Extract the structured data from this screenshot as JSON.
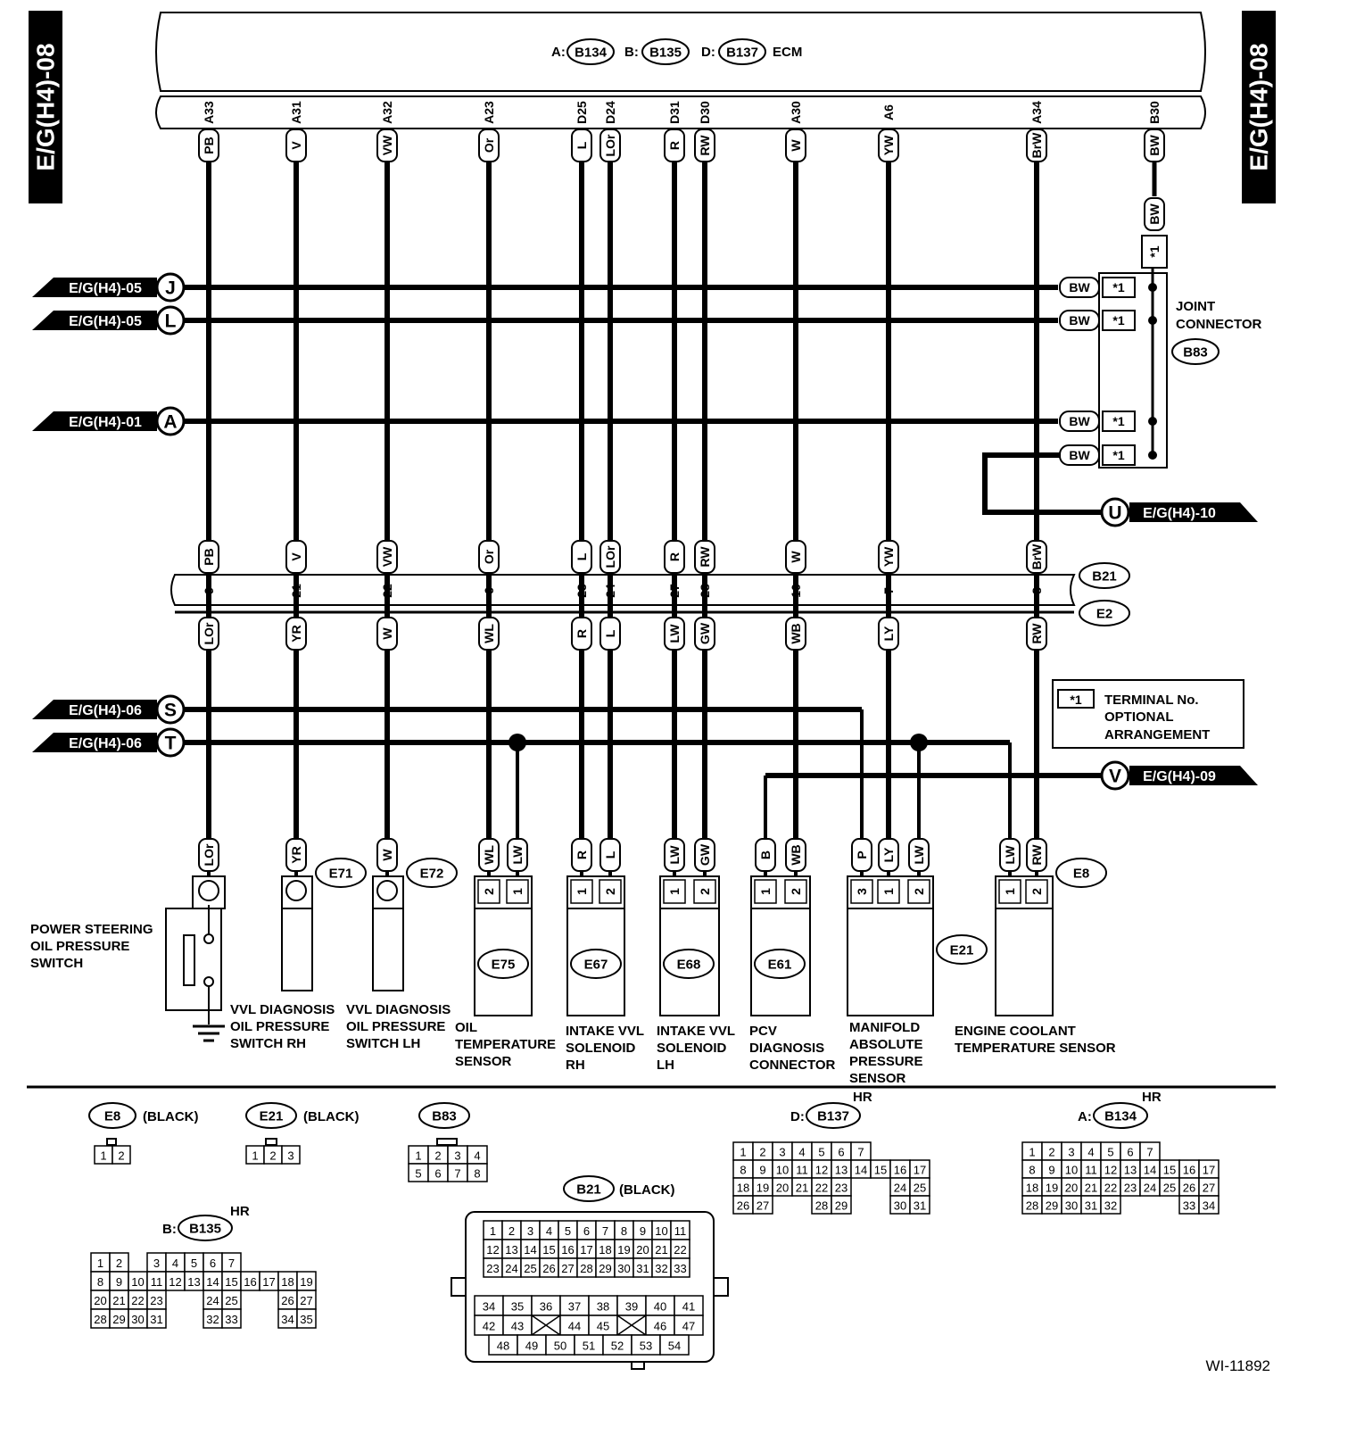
{
  "page_code": "E/G(H4)-08",
  "figure_id": "WI-11892",
  "ecm": {
    "label": "ECM",
    "parts": [
      {
        "letter": "A:",
        "connector": "B134"
      },
      {
        "letter": "B:",
        "connector": "B135"
      },
      {
        "letter": "D:",
        "connector": "B137"
      }
    ]
  },
  "wires": [
    {
      "ecm_pin": "A33",
      "color_top": "PB",
      "b21_pin": "9",
      "color_bottom": "LOr"
    },
    {
      "ecm_pin": "A31",
      "color_top": "V",
      "b21_pin": "21",
      "color_bottom": "YR"
    },
    {
      "ecm_pin": "A32",
      "color_top": "VW",
      "b21_pin": "22",
      "color_bottom": "W"
    },
    {
      "ecm_pin": "A23",
      "color_top": "Or",
      "b21_pin": "6",
      "color_bottom": "WL"
    },
    {
      "ecm_pin": "D25",
      "color_top": "L",
      "b21_pin": "23",
      "color_bottom": "R"
    },
    {
      "ecm_pin": "D24",
      "color_top": "LOr",
      "b21_pin": "24",
      "color_bottom": "L"
    },
    {
      "ecm_pin": "D31",
      "color_top": "R",
      "b21_pin": "27",
      "color_bottom": "LW"
    },
    {
      "ecm_pin": "D30",
      "color_top": "RW",
      "b21_pin": "28",
      "color_bottom": "GW"
    },
    {
      "ecm_pin": "A30",
      "color_top": "W",
      "b21_pin": "10",
      "color_bottom": "WB"
    },
    {
      "ecm_pin": "A6",
      "color_top": "YW",
      "b21_pin": "7",
      "color_bottom": "LY"
    },
    {
      "ecm_pin": "A34",
      "color_top": "BrW",
      "b21_pin": "8",
      "color_bottom": "RW"
    },
    {
      "ecm_pin": "B30",
      "color_top": "BW"
    }
  ],
  "b21_label": "B21",
  "e2_label": "E2",
  "joint": {
    "title_line1": "JOINT",
    "title_line2": "CONNECTOR",
    "connector": "B83",
    "wire_color": "BW",
    "terminal": "*1"
  },
  "refs_left": [
    {
      "page": "E/G(H4)-05",
      "letter": "J"
    },
    {
      "page": "E/G(H4)-05",
      "letter": "L"
    },
    {
      "page": "E/G(H4)-01",
      "letter": "A"
    },
    {
      "page": "E/G(H4)-06",
      "letter": "S"
    },
    {
      "page": "E/G(H4)-06",
      "letter": "T"
    }
  ],
  "refs_right": [
    {
      "page": "E/G(H4)-10",
      "letter": "U"
    },
    {
      "page": "E/G(H4)-09",
      "letter": "V"
    }
  ],
  "note": {
    "symbol": "*1",
    "line1": "TERMINAL No.",
    "line2": "OPTIONAL",
    "line3": "ARRANGEMENT"
  },
  "components": [
    {
      "connector": "",
      "wires": [
        "LOr"
      ],
      "pins": [],
      "name": [
        "POWER STEERING",
        "OIL PRESSURE",
        "SWITCH"
      ]
    },
    {
      "connector": "E71",
      "wires": [
        "YR"
      ],
      "pins": [],
      "name": [
        "VVL DIAGNOSIS",
        "OIL PRESSURE",
        "SWITCH RH"
      ]
    },
    {
      "connector": "E72",
      "wires": [
        "W"
      ],
      "pins": [],
      "name": [
        "VVL DIAGNOSIS",
        "OIL PRESSURE",
        "SWITCH LH"
      ]
    },
    {
      "connector": "E75",
      "wires": [
        "WL",
        "LW"
      ],
      "pins": [
        "2",
        "1"
      ],
      "name": [
        "OIL",
        "TEMPERATURE",
        "SENSOR"
      ]
    },
    {
      "connector": "E67",
      "wires": [
        "R",
        "L"
      ],
      "pins": [
        "1",
        "2"
      ],
      "name": [
        "INTAKE VVL",
        "SOLENOID",
        "RH"
      ]
    },
    {
      "connector": "E68",
      "wires": [
        "LW",
        "GW"
      ],
      "pins": [
        "1",
        "2"
      ],
      "name": [
        "INTAKE VVL",
        "SOLENOID",
        "LH"
      ]
    },
    {
      "connector": "E61",
      "wires": [
        "B",
        "WB"
      ],
      "pins": [
        "1",
        "2"
      ],
      "name": [
        "PCV",
        "DIAGNOSIS",
        "CONNECTOR"
      ]
    },
    {
      "connector": "E21",
      "wires": [
        "P",
        "LY",
        "LW"
      ],
      "pins": [
        "3",
        "1",
        "2"
      ],
      "name": [
        "MANIFOLD",
        "ABSOLUTE",
        "PRESSURE",
        "SENSOR"
      ]
    },
    {
      "connector": "E8",
      "wires": [
        "LW",
        "RW"
      ],
      "pins": [
        "1",
        "2"
      ],
      "name": [
        "ENGINE COOLANT",
        "TEMPERATURE SENSOR"
      ]
    }
  ],
  "legend": {
    "e8": {
      "name": "E8",
      "color": "(BLACK)",
      "cells": [
        "1",
        "2"
      ]
    },
    "e21": {
      "name": "E21",
      "color": "(BLACK)",
      "cells": [
        "1",
        "2",
        "3"
      ]
    },
    "b83": {
      "name": "B83",
      "color": "",
      "rows": [
        [
          "1",
          "2",
          "3",
          "4"
        ],
        [
          "5",
          "6",
          "7",
          "8"
        ]
      ]
    },
    "b137": {
      "name": "B137",
      "letter": "D:",
      "tag": "HR",
      "rows": [
        [
          "1",
          "2",
          "3",
          "4",
          "5",
          "6",
          "7"
        ],
        [
          "8",
          "9",
          "10",
          "11",
          "12",
          "13",
          "14",
          "15",
          "16",
          "17"
        ],
        [
          "18",
          "19",
          "20",
          "21",
          "22",
          "23",
          "",
          "",
          "24",
          "25"
        ],
        [
          "26",
          "27",
          "",
          "",
          "28",
          "29",
          "",
          "",
          "30",
          "31"
        ]
      ]
    },
    "b134": {
      "name": "B134",
      "letter": "A:",
      "tag": "HR",
      "rows": [
        [
          "1",
          "2",
          "3",
          "4",
          "5",
          "6",
          "7"
        ],
        [
          "8",
          "9",
          "10",
          "11",
          "12",
          "13",
          "14",
          "15",
          "16",
          "17"
        ],
        [
          "18",
          "19",
          "20",
          "21",
          "22",
          "23",
          "24",
          "25",
          "26",
          "27"
        ],
        [
          "28",
          "29",
          "30",
          "31",
          "32",
          "",
          "",
          "",
          "33",
          "34"
        ]
      ]
    },
    "b135": {
      "name": "B135",
      "letter": "B:",
      "tag": "HR",
      "rows": [
        [
          "1",
          "2",
          "",
          "3",
          "4",
          "5",
          "6",
          "7"
        ],
        [
          "8",
          "9",
          "10",
          "11",
          "12",
          "13",
          "14",
          "15",
          "16",
          "17",
          "18",
          "19"
        ],
        [
          "20",
          "21",
          "22",
          "23",
          "",
          "",
          "24",
          "25",
          "",
          "",
          "26",
          "27"
        ],
        [
          "28",
          "29",
          "30",
          "31",
          "",
          "",
          "32",
          "33",
          "",
          "",
          "34",
          "35"
        ]
      ]
    },
    "b21": {
      "name": "B21",
      "color": "(BLACK)",
      "rows": [
        [
          "1",
          "2",
          "3",
          "4",
          "5",
          "6",
          "7",
          "8",
          "9",
          "10",
          "11"
        ],
        [
          "12",
          "13",
          "14",
          "15",
          "16",
          "17",
          "18",
          "19",
          "20",
          "21",
          "22"
        ],
        [
          "23",
          "24",
          "25",
          "26",
          "27",
          "28",
          "29",
          "30",
          "31",
          "32",
          "33"
        ],
        [
          "34",
          "35",
          "36",
          "37",
          "38",
          "39",
          "40",
          "41"
        ],
        [
          "42",
          "43",
          "X",
          "44",
          "45",
          "X",
          "46",
          "47"
        ],
        [
          "48",
          "49",
          "50",
          "51",
          "52",
          "53",
          "54"
        ]
      ]
    }
  }
}
